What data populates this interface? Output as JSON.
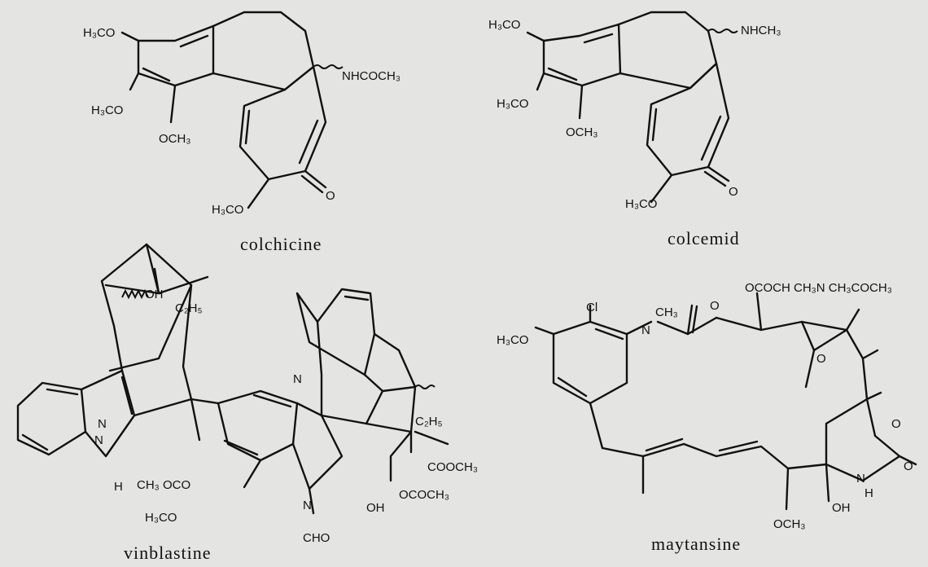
{
  "captions": {
    "colchicine": "colchicine",
    "colcemid": "colcemid",
    "vinblastine": "vinblastine",
    "maytansine": "maytansine"
  },
  "labels": {
    "colchicine": [
      "H₃CO",
      "H₃CO",
      "OCH₃",
      "H₃CO",
      "NHCOCH₃",
      "O"
    ],
    "colcemid": [
      "H₃CO",
      "H₃CO",
      "OCH₃",
      "H₃CO",
      "NHCH₃",
      "O"
    ],
    "vinblastine": [
      "OH",
      "C₂H₅",
      "N",
      "N",
      "H",
      "CH₃ OCO",
      "H₃CO",
      "N",
      "CHO",
      "N",
      "C₂H₅",
      "COOCH₃",
      "OCOCH₃",
      "OH"
    ],
    "maytansine": [
      "Cl",
      "CH₃",
      "N",
      "O",
      "H₃CO",
      "OCOCH CH₃N CH₃COCH₃",
      "O",
      "O",
      "O",
      "N",
      "H",
      "OH",
      "OCH₃"
    ]
  }
}
